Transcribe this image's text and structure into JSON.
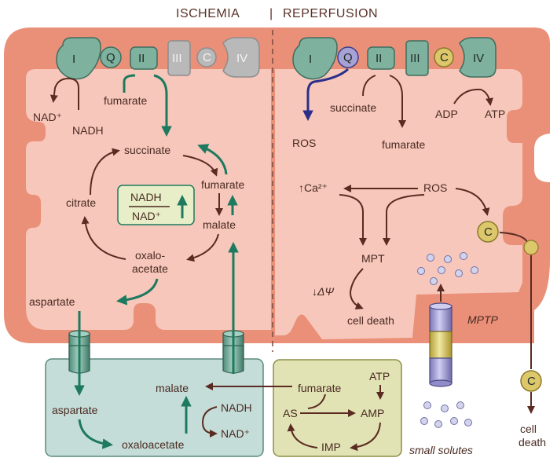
{
  "header": {
    "left": "ISCHEMIA",
    "divider": "|",
    "right": "REPERFUSION"
  },
  "colors": {
    "cell_membrane": "#ea8f78",
    "mito_inner": "#f6c7ba",
    "complex_green": "#7fb19f",
    "complex_gray": "#b9b9b9",
    "q_purple": "#a7a2d6",
    "cyt_c_yellow": "#dcc76a",
    "green_arrow": "#1d7a5e",
    "brown_arrow": "#5b2b22",
    "blue_arrow": "#2c2f8a",
    "blood_box": "#c5ddd8",
    "purine_box": "#e1e3b5"
  },
  "ischemia": {
    "complexes": {
      "c1": "I",
      "q": "Q",
      "c2": "II",
      "c3": "III",
      "c": "C",
      "c4": "IV"
    },
    "labels": {
      "nad_plus": "NAD⁺",
      "nadh": "NADH",
      "fumarate_top": "fumarate",
      "succinate": "succinate",
      "fumarate": "fumarate",
      "malate": "malate",
      "citrate": "citrate",
      "oxalo": "oxalo-",
      "acetate": "acetate",
      "aspartate": "aspartate",
      "ratio_num": "NADH",
      "ratio_den": "NAD⁺"
    }
  },
  "reperfusion": {
    "complexes": {
      "c1": "I",
      "q": "Q",
      "c2": "II",
      "c3": "III",
      "c": "C",
      "c4": "IV"
    },
    "labels": {
      "ros_top": "ROS",
      "succinate": "succinate",
      "fumarate": "fumarate",
      "adp": "ADP",
      "atp": "ATP",
      "ca": "↑Ca²⁺",
      "ros_mid": "ROS",
      "mpt": "MPT",
      "delta_psi": "↓ΔΨ",
      "cell_death": "cell death",
      "mptp": "MPTP",
      "c_release": "C",
      "c_free": "C",
      "small_solutes": "small solutes",
      "cell_death2_a": "cell",
      "cell_death2_b": "death"
    }
  },
  "blood_box": {
    "aspartate": "aspartate",
    "oxaloacetate": "oxaloacetate",
    "malate": "malate",
    "nadh": "NADH",
    "nad_plus": "NAD⁺"
  },
  "purine_box": {
    "fumarate": "fumarate",
    "atp": "ATP",
    "as": "AS",
    "amp": "AMP",
    "imp": "IMP"
  }
}
